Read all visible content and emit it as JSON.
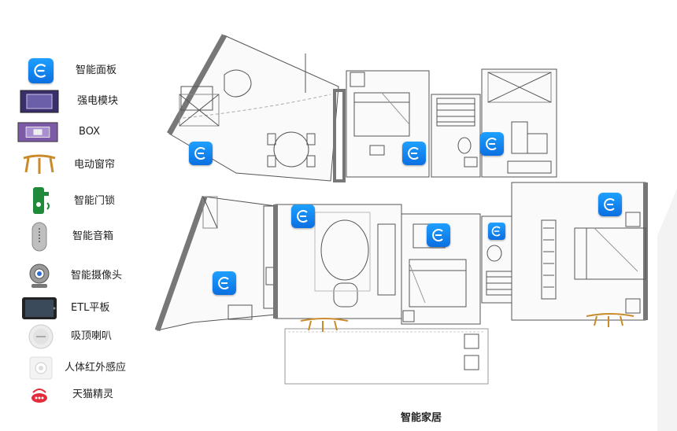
{
  "legend": [
    {
      "label": "智能面板",
      "icon": "smart-panel-icon"
    },
    {
      "label": "强电模块",
      "icon": "power-module-icon"
    },
    {
      "label": "BOX",
      "icon": "box-icon"
    },
    {
      "label": "电动窗帘",
      "icon": "curtain-icon"
    },
    {
      "label": "智能门锁",
      "icon": "door-lock-icon"
    },
    {
      "label": "智能音箱",
      "icon": "speaker-icon"
    },
    {
      "label": "智能摄像头",
      "icon": "camera-icon"
    },
    {
      "label": "ETL平板",
      "icon": "tablet-icon"
    },
    {
      "label": "吸顶喇叭",
      "icon": "ceiling-speaker-icon"
    },
    {
      "label": "人体红外感应",
      "icon": "pir-sensor-icon"
    },
    {
      "label": "天猫精灵",
      "icon": "tmall-genie-icon"
    }
  ],
  "caption": "智能家居",
  "colors": {
    "panel": "#0b7fe8",
    "curtain": "#c98a2a",
    "wall": "#8a8a8a"
  }
}
